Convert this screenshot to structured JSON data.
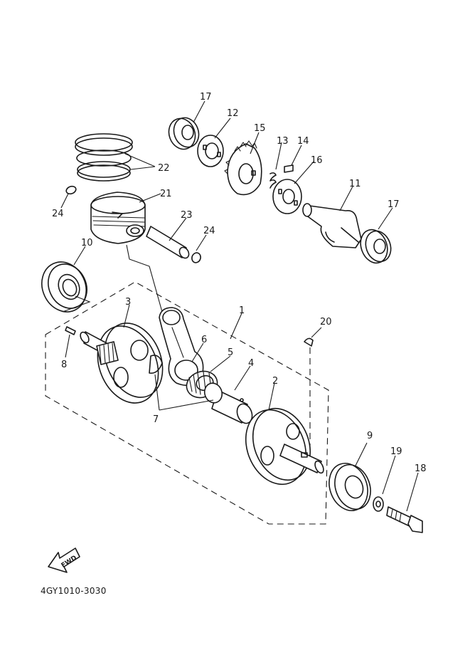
{
  "diagram": {
    "part_code": "4GY1010-3030",
    "fwd_label": "FWD",
    "labels": {
      "p1": "1",
      "p2": "2",
      "p3": "3",
      "p4": "4",
      "p5": "5",
      "p6": "6",
      "p7": "7",
      "p8": "8",
      "p9": "9",
      "p10": "10",
      "p11": "11",
      "p12": "12",
      "p13": "13",
      "p14": "14",
      "p15": "15",
      "p16": "16",
      "p17a": "17",
      "p17b": "17",
      "p18": "18",
      "p19": "19",
      "p20": "20",
      "p21": "21",
      "p22": "22",
      "p23": "23",
      "p24a": "24",
      "p24b": "24"
    }
  }
}
